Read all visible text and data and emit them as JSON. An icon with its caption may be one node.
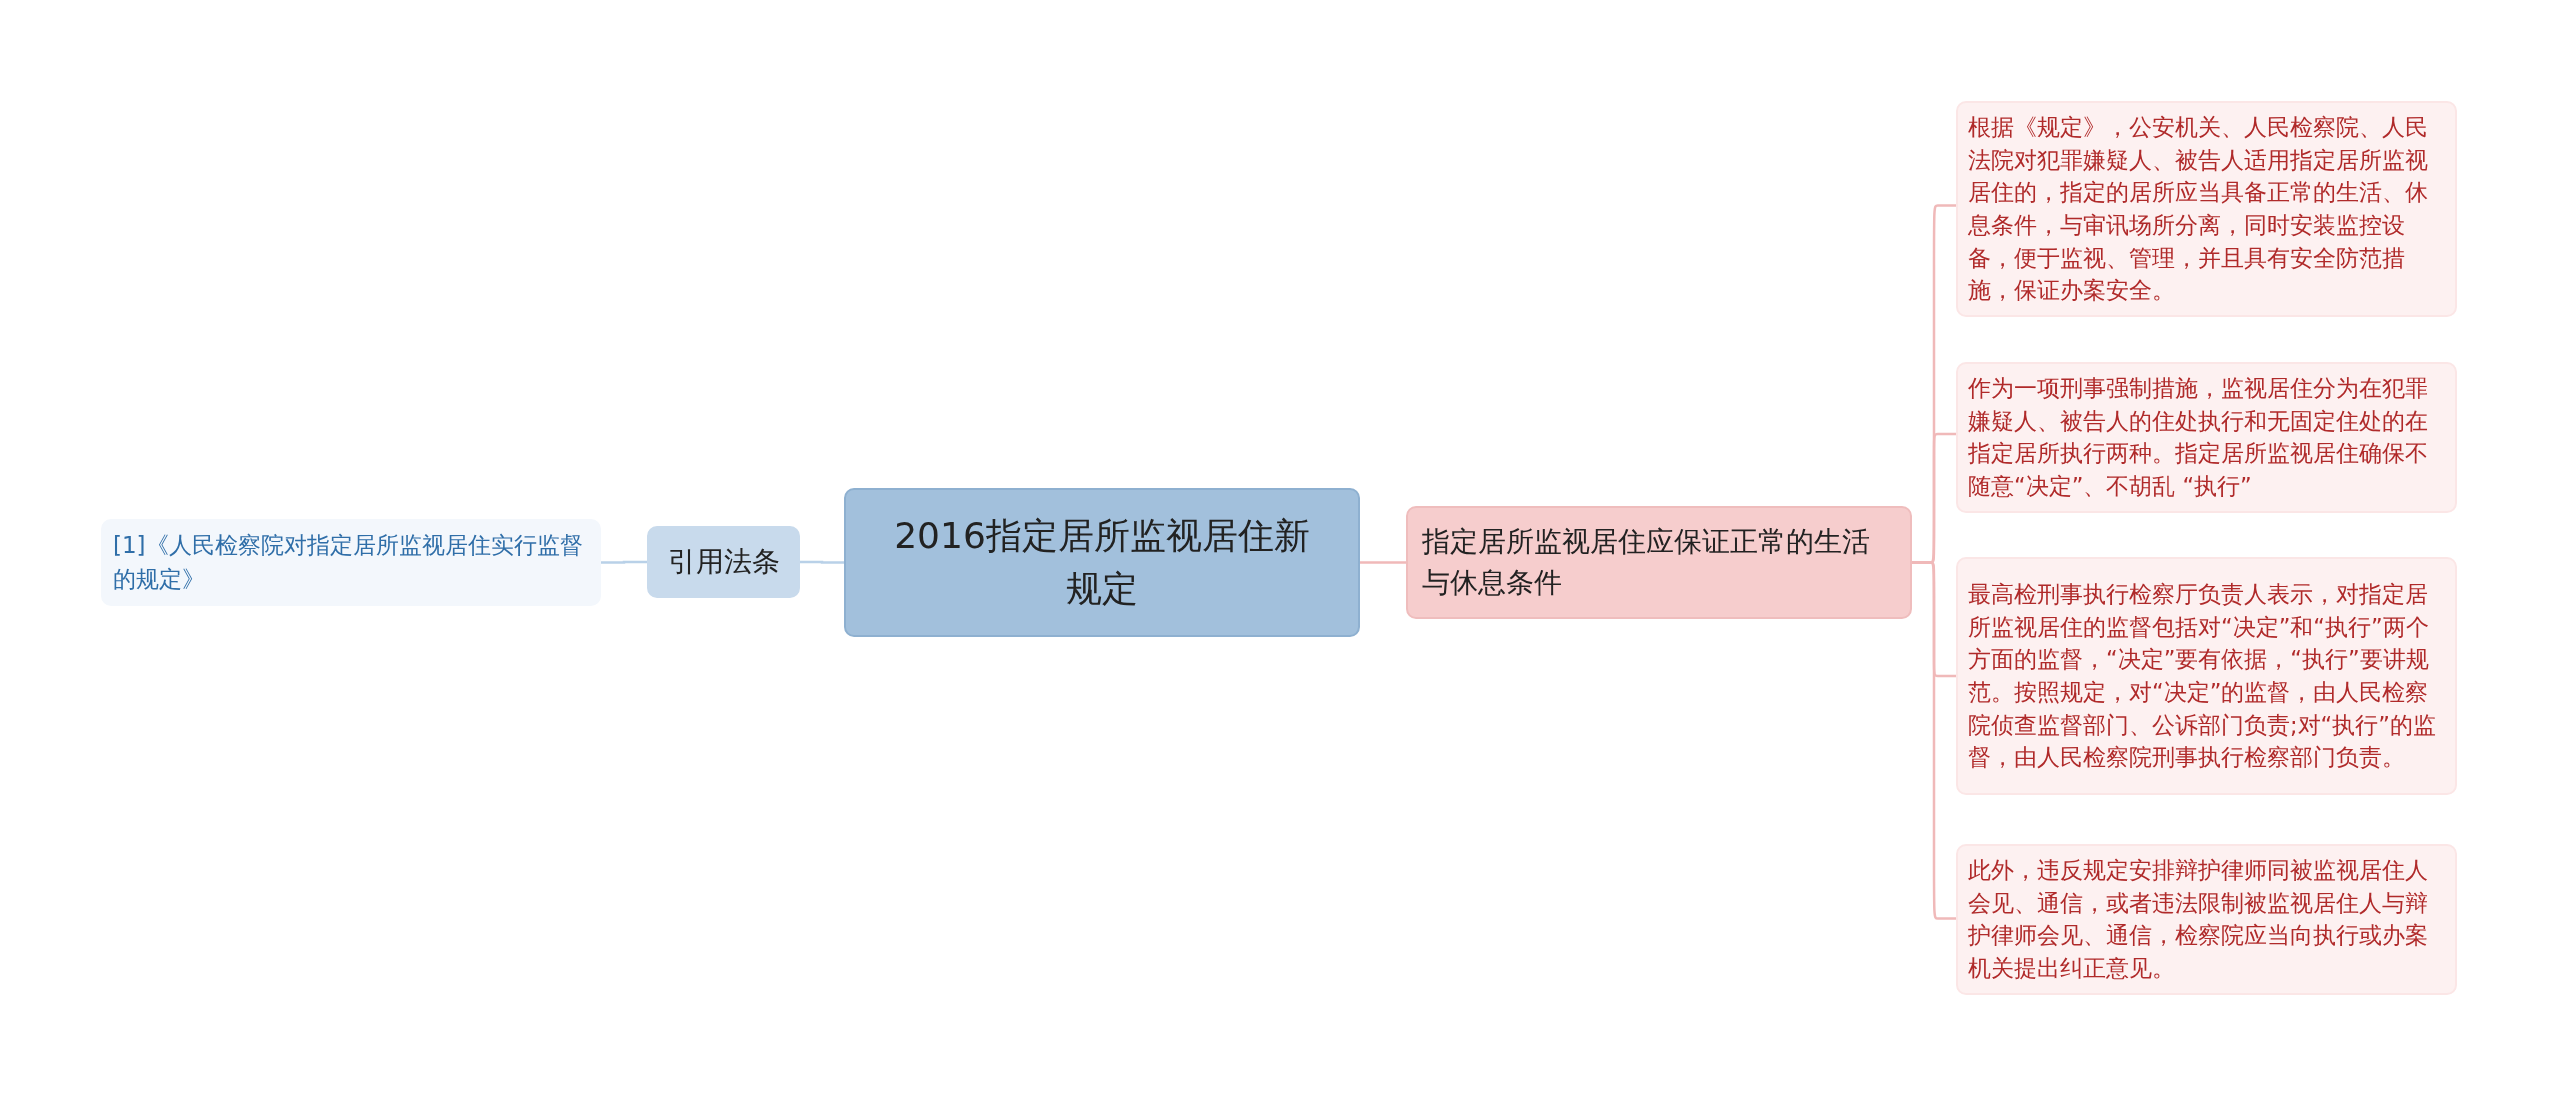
{
  "diagram": {
    "nodes": [
      {
        "text": [
          "2016指定居所监视居住新规定"
        ]
      },
      {
        "text": [
          "引用法条"
        ]
      },
      {
        "text": [
          "[1]《人民检察院对指定居所监视居住实行监督的规定》"
        ]
      },
      {
        "text": [
          "指定居所监视居住应保证正常的生活与休息条件"
        ]
      },
      {
        "text": [
          "根据《规定》，公安机关、人民检察院、人民法院对犯罪嫌疑人、被告人适用指定居所监视居住的，指定的居所应当具备正常的生活、休息条件，与审讯场所分离，同时安装监控设备，便于监视、管理，并且具有安全防范措施，保证办案安全。"
        ]
      },
      {
        "text": [
          "作为一项刑事强制措施，监视居住分为在犯罪嫌疑人、被告人的住处执行和无固定住处的在指定居所执行两种。指定居所监视居住确保不随意“决定”、不胡乱 “执行”"
        ]
      },
      {
        "text": [
          "最高检刑事执行检察厅负责人表示，对指定居所监视居住的监督包括对“决定”和“执行”两个方面的监督，“决定”要有依据，“执行”要讲规范。按照规定，对“决定”的监督，由人民检察院侦查监督部门、公诉部门负责;对“执行”的监督，由人民检察院刑事执行检察部门负责。"
        ]
      },
      {
        "text": [
          "此外，违反规定安排辩护律师同被监视居住人会见、通信，或者违法限制被监视居住人与辩护律师会见、通信，检察院应当向执行或办案机关提出纠正意见。"
        ]
      }
    ],
    "edges": [
      {
        "from": 0,
        "to": 1,
        "arrow": "none",
        "color": "#b9d1e8"
      },
      {
        "from": 1,
        "to": 2,
        "arrow": "none",
        "color": "#b9d1e8"
      },
      {
        "from": 0,
        "to": 3,
        "arrow": "none"
      },
      {
        "from": 3,
        "to": 4,
        "arrow": "none"
      },
      {
        "from": 3,
        "to": 5,
        "arrow": "none"
      },
      {
        "from": 3,
        "to": 6,
        "arrow": "none"
      },
      {
        "from": 3,
        "to": 7,
        "arrow": "none"
      }
    ]
  }
}
